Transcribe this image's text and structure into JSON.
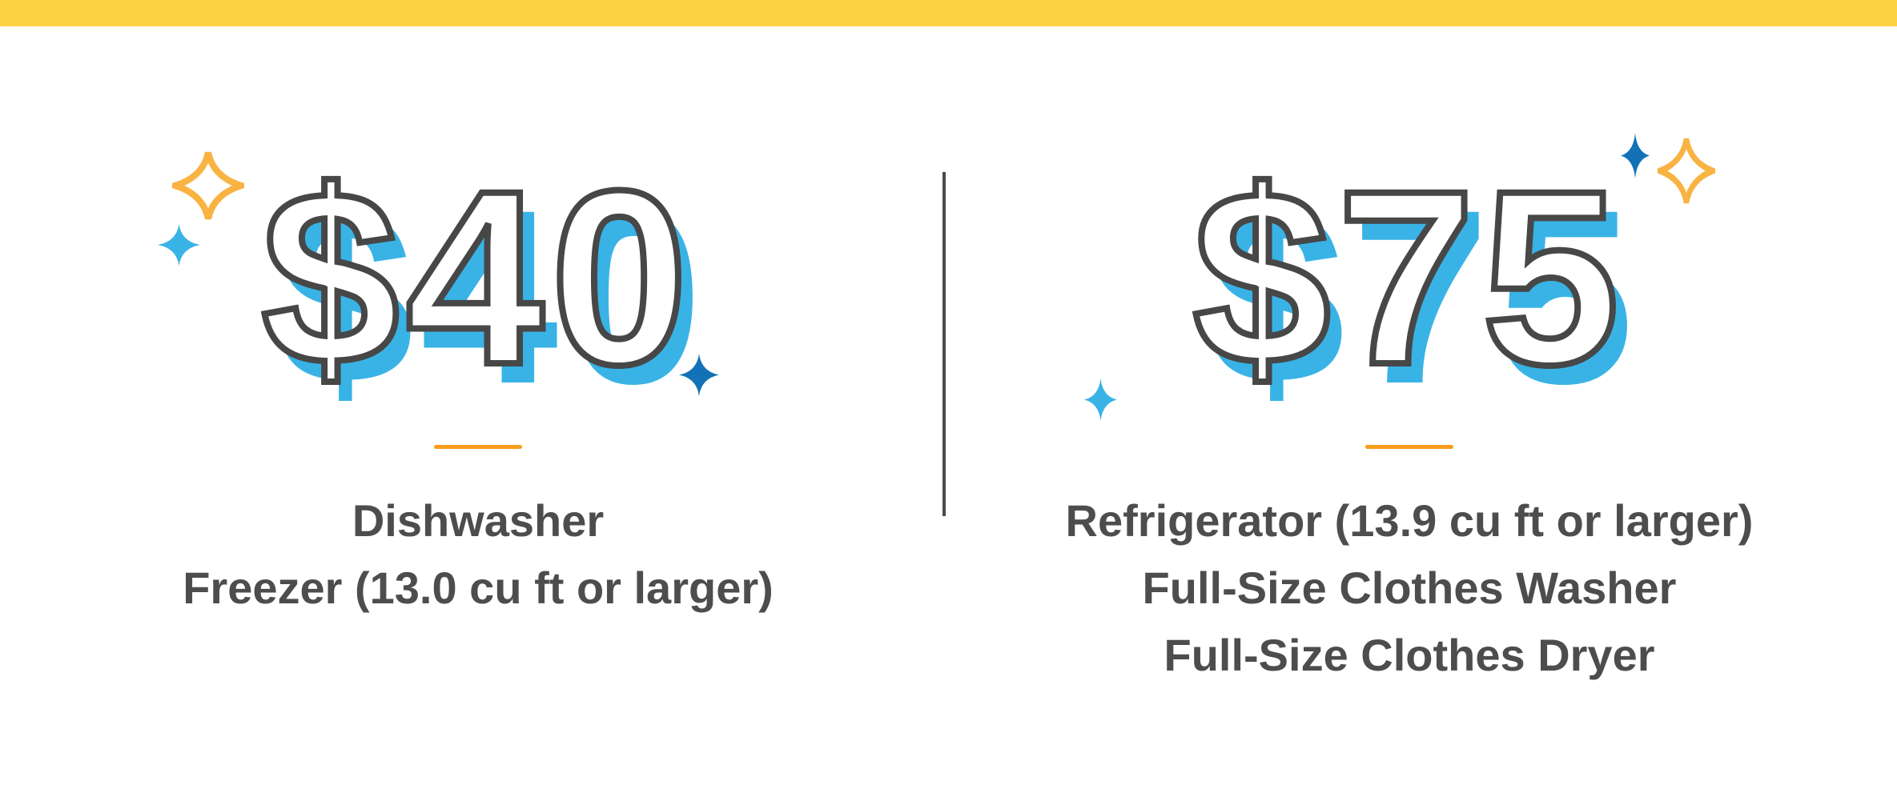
{
  "colors": {
    "top_bar": "#FCD144",
    "price_fill": "#39B3E6",
    "price_outline": "#474747",
    "text": "#4D4D4D",
    "divider": "#4A4A4A",
    "underline": "#F89C1C",
    "sparkle_yellow": "#F9B342",
    "star_navy": "#1272B5",
    "star_cyan": "#39B3E6"
  },
  "icons": {
    "left_sparkle": "sparkle-outline-icon",
    "left_small_star": "star-icon",
    "left_accent_star": "star-icon",
    "right_accent_star": "star-icon",
    "right_sparkle": "sparkle-outline-icon",
    "right_small_star": "star-icon"
  },
  "offers": [
    {
      "price": "$40",
      "items": [
        "Dishwasher",
        "Freezer (13.0 cu ft or larger)"
      ]
    },
    {
      "price": "$75",
      "items": [
        "Refrigerator (13.9 cu ft or larger)",
        "Full-Size Clothes Washer",
        "Full-Size Clothes Dryer"
      ]
    }
  ]
}
